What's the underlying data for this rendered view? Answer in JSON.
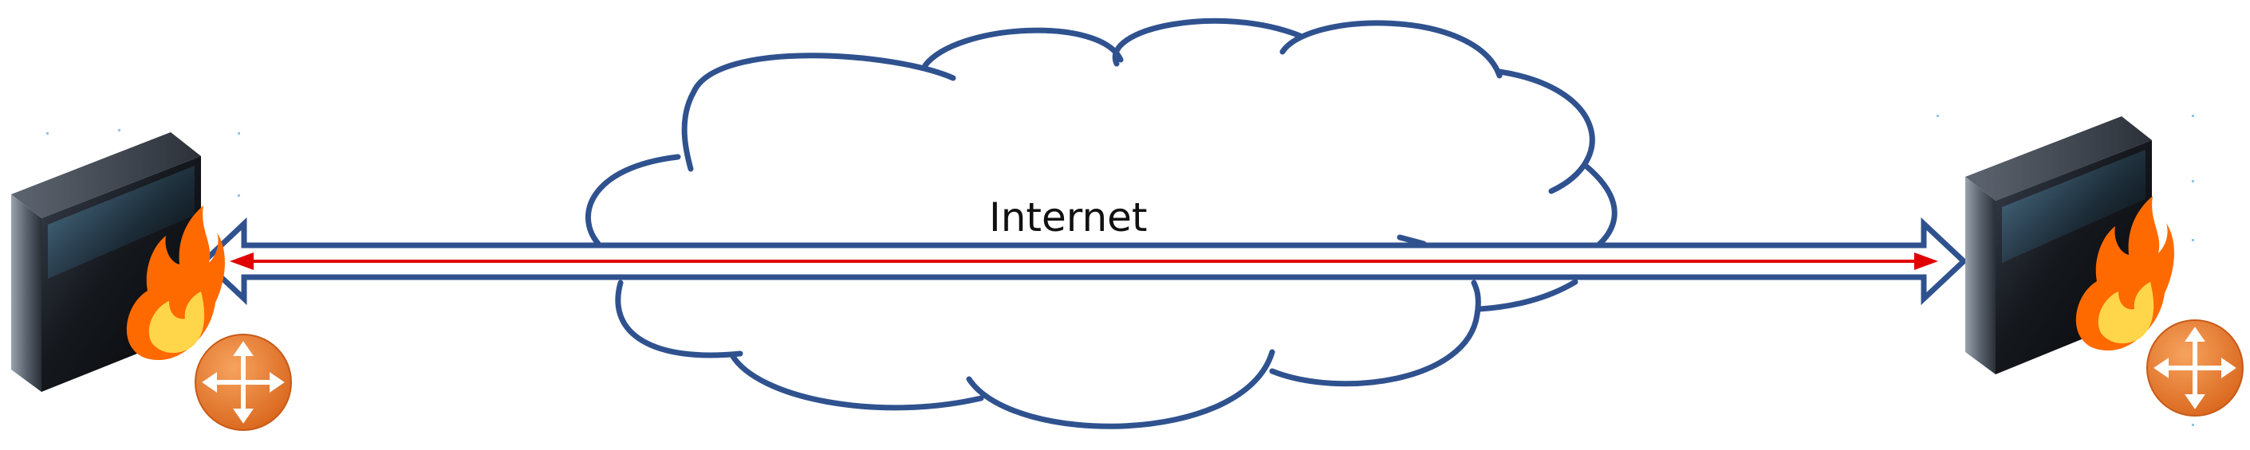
{
  "cloud": {
    "label": "Internet",
    "stroke_color": "#2f528f"
  },
  "tunnel": {
    "outline_color": "#2f528f",
    "inner_arrow_color": "#e00000",
    "direction": "bidirectional"
  },
  "devices": [
    {
      "id": "left",
      "type": "firewall",
      "icons": [
        "firewall-server-icon",
        "flame-icon",
        "router-icon"
      ]
    },
    {
      "id": "right",
      "type": "firewall",
      "icons": [
        "firewall-server-icon",
        "flame-icon",
        "router-icon"
      ]
    }
  ],
  "colors": {
    "router_orange": "#ed7d31",
    "flame_orange": "#ff6a00",
    "flame_yellow": "#ffd64a",
    "server_dark": "#1b1e24"
  }
}
